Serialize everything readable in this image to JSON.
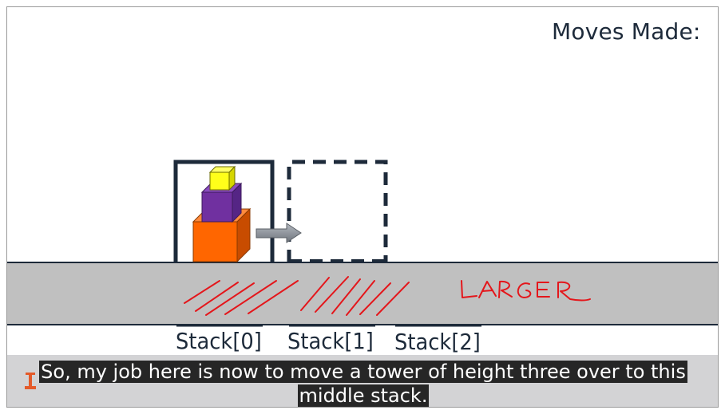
{
  "header": {
    "moves_label": "Moves Made:"
  },
  "stacks": [
    "Stack[0]",
    "Stack[1]",
    "Stack[2]"
  ],
  "annotation": {
    "handwritten_text": "LARGER"
  },
  "caption": {
    "line1": "So, my job here is now to move a tower of height three over to this",
    "line2": "middle stack."
  },
  "colors": {
    "floor": "#c0c0c0",
    "frame": "#1d2a3a",
    "ink_red": "#e4161b",
    "cube_small": "#ffff1a",
    "cube_medium": "#7030a0",
    "cube_large": "#ff6600",
    "arrow": "#8c9199"
  },
  "icons": [
    "text-cursor-icon",
    "right-arrow-icon"
  ]
}
